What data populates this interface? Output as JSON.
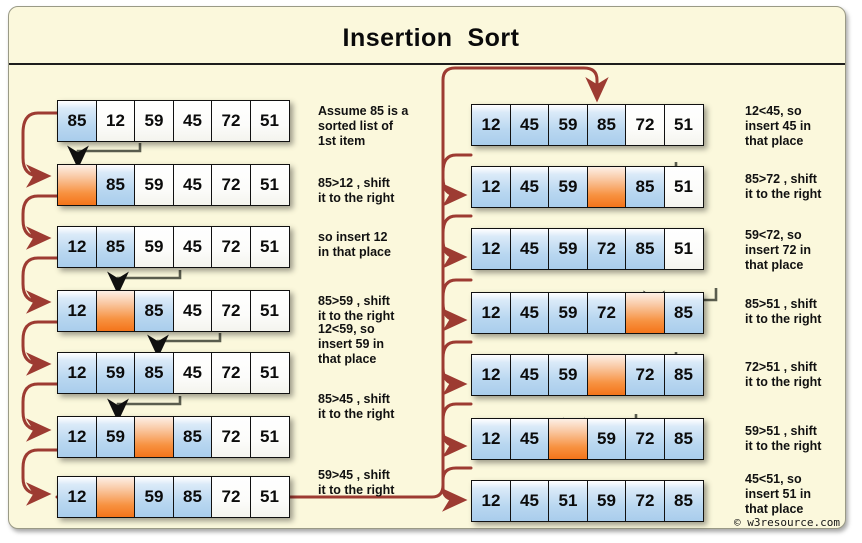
{
  "title": "Insertion  Sort",
  "copyright": "© w3resource.com",
  "colors": {
    "panel_background": "#fbf8dc",
    "panel_border": "#9a9a86",
    "cell_blue": "#b9d7f0",
    "cell_white": "#fdfdfb",
    "cell_orange": "#f4741a",
    "red_arrow": "#9d3b32",
    "gray_arrow": "#5a5d4e",
    "text": "#111111"
  },
  "left_column": {
    "rows": [
      {
        "id": "row-1",
        "cells": [
          {
            "value": "85",
            "state": "blue"
          },
          {
            "value": "12",
            "state": "white"
          },
          {
            "value": "59",
            "state": "white"
          },
          {
            "value": "45",
            "state": "white"
          },
          {
            "value": "72",
            "state": "white"
          },
          {
            "value": "51",
            "state": "white"
          }
        ],
        "note": "Assume 85 is a\nsorted list of\n1st item"
      },
      {
        "id": "row-2",
        "cells": [
          {
            "value": "",
            "state": "orange"
          },
          {
            "value": "85",
            "state": "blue"
          },
          {
            "value": "59",
            "state": "white"
          },
          {
            "value": "45",
            "state": "white"
          },
          {
            "value": "72",
            "state": "white"
          },
          {
            "value": "51",
            "state": "white"
          }
        ],
        "note": "85>12 , shift\nit to the right"
      },
      {
        "id": "row-3",
        "cells": [
          {
            "value": "12",
            "state": "blue"
          },
          {
            "value": "85",
            "state": "blue"
          },
          {
            "value": "59",
            "state": "white"
          },
          {
            "value": "45",
            "state": "white"
          },
          {
            "value": "72",
            "state": "white"
          },
          {
            "value": "51",
            "state": "white"
          }
        ],
        "note": "so insert 12\nin that place"
      },
      {
        "id": "row-4",
        "cells": [
          {
            "value": "12",
            "state": "blue"
          },
          {
            "value": "",
            "state": "orange"
          },
          {
            "value": "85",
            "state": "blue"
          },
          {
            "value": "45",
            "state": "white"
          },
          {
            "value": "72",
            "state": "white"
          },
          {
            "value": "51",
            "state": "white"
          }
        ],
        "note": "85>59 , shift\nit to the right"
      },
      {
        "id": "row-5",
        "cells": [
          {
            "value": "12",
            "state": "blue"
          },
          {
            "value": "59",
            "state": "blue"
          },
          {
            "value": "85",
            "state": "blue"
          },
          {
            "value": "45",
            "state": "white"
          },
          {
            "value": "72",
            "state": "white"
          },
          {
            "value": "51",
            "state": "white"
          }
        ],
        "note": "12<59, so\ninsert 59 in\nthat place"
      },
      {
        "id": "row-6",
        "cells": [
          {
            "value": "12",
            "state": "blue"
          },
          {
            "value": "59",
            "state": "blue"
          },
          {
            "value": "",
            "state": "orange"
          },
          {
            "value": "85",
            "state": "blue"
          },
          {
            "value": "72",
            "state": "white"
          },
          {
            "value": "51",
            "state": "white"
          }
        ],
        "note": "85>45 , shift\nit to the right"
      },
      {
        "id": "row-7",
        "cells": [
          {
            "value": "12",
            "state": "blue"
          },
          {
            "value": "",
            "state": "orange"
          },
          {
            "value": "59",
            "state": "blue"
          },
          {
            "value": "85",
            "state": "blue"
          },
          {
            "value": "72",
            "state": "white"
          },
          {
            "value": "51",
            "state": "white"
          }
        ],
        "note": "59>45 , shift\nit to the right"
      }
    ]
  },
  "right_column": {
    "rows": [
      {
        "id": "row-8",
        "cells": [
          {
            "value": "12",
            "state": "blue"
          },
          {
            "value": "45",
            "state": "blue"
          },
          {
            "value": "59",
            "state": "blue"
          },
          {
            "value": "85",
            "state": "blue"
          },
          {
            "value": "72",
            "state": "white"
          },
          {
            "value": "51",
            "state": "white"
          }
        ],
        "note": "12<45, so\ninsert 45 in\nthat place"
      },
      {
        "id": "row-9",
        "cells": [
          {
            "value": "12",
            "state": "blue"
          },
          {
            "value": "45",
            "state": "blue"
          },
          {
            "value": "59",
            "state": "blue"
          },
          {
            "value": "",
            "state": "orange"
          },
          {
            "value": "85",
            "state": "blue"
          },
          {
            "value": "51",
            "state": "white"
          }
        ],
        "note": "85>72 , shift\nit to the right"
      },
      {
        "id": "row-10",
        "cells": [
          {
            "value": "12",
            "state": "blue"
          },
          {
            "value": "45",
            "state": "blue"
          },
          {
            "value": "59",
            "state": "blue"
          },
          {
            "value": "72",
            "state": "blue"
          },
          {
            "value": "85",
            "state": "blue"
          },
          {
            "value": "51",
            "state": "white"
          }
        ],
        "note": "59<72, so\ninsert 72 in\nthat place"
      },
      {
        "id": "row-11",
        "cells": [
          {
            "value": "12",
            "state": "blue"
          },
          {
            "value": "45",
            "state": "blue"
          },
          {
            "value": "59",
            "state": "blue"
          },
          {
            "value": "72",
            "state": "blue"
          },
          {
            "value": "",
            "state": "orange"
          },
          {
            "value": "85",
            "state": "blue"
          }
        ],
        "note": "85>51 , shift\nit to the right"
      },
      {
        "id": "row-12",
        "cells": [
          {
            "value": "12",
            "state": "blue"
          },
          {
            "value": "45",
            "state": "blue"
          },
          {
            "value": "59",
            "state": "blue"
          },
          {
            "value": "",
            "state": "orange"
          },
          {
            "value": "72",
            "state": "blue"
          },
          {
            "value": "85",
            "state": "blue"
          }
        ],
        "note": "72>51 , shift\nit to the right"
      },
      {
        "id": "row-13",
        "cells": [
          {
            "value": "12",
            "state": "blue"
          },
          {
            "value": "45",
            "state": "blue"
          },
          {
            "value": "",
            "state": "orange"
          },
          {
            "value": "59",
            "state": "blue"
          },
          {
            "value": "72",
            "state": "blue"
          },
          {
            "value": "85",
            "state": "blue"
          }
        ],
        "note": "59>51 , shift\nit to the right"
      },
      {
        "id": "row-14",
        "cells": [
          {
            "value": "12",
            "state": "blue"
          },
          {
            "value": "45",
            "state": "blue"
          },
          {
            "value": "51",
            "state": "blue"
          },
          {
            "value": "59",
            "state": "blue"
          },
          {
            "value": "72",
            "state": "blue"
          },
          {
            "value": "85",
            "state": "blue"
          }
        ],
        "note": "45<51, so\ninsert 51 in\nthat place"
      }
    ]
  }
}
